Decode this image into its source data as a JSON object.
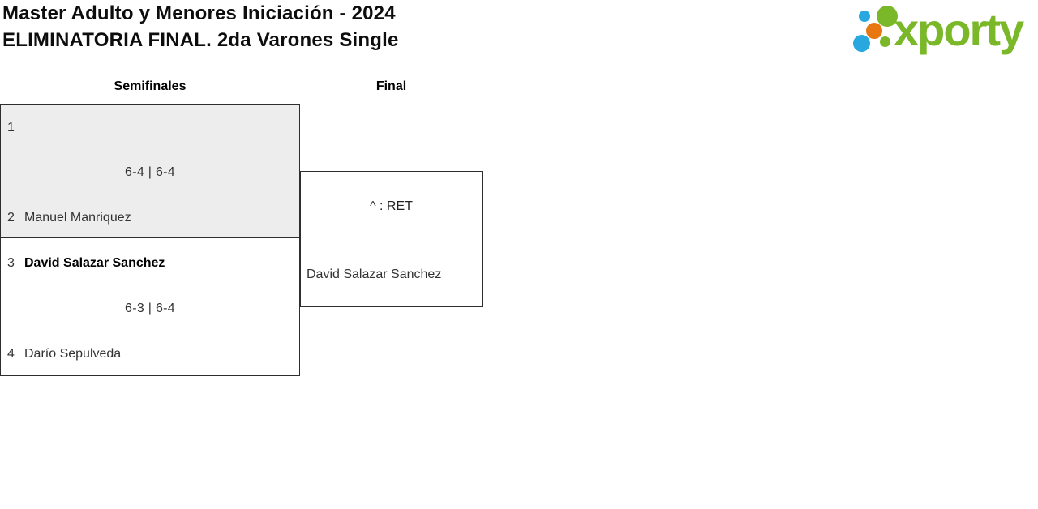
{
  "title": {
    "line1": "Master Adulto y Menores Iniciación - 2024",
    "line2": "ELIMINATORIA FINAL. 2da Varones Single"
  },
  "logo": {
    "wordmark": "xporty",
    "colors": {
      "green": "#7ab829",
      "blue": "#29a8e0",
      "orange": "#e87611"
    }
  },
  "columns": {
    "semifinals": "Semifinales",
    "final": "Final"
  },
  "matches": {
    "semifinal_1": {
      "player1_seed": "1",
      "player1_name": "",
      "score": "6-4 | 6-4",
      "player2_seed": "2",
      "player2_name": "Manuel Manriquez"
    },
    "semifinal_2": {
      "player1_seed": "3",
      "player1_name": "David Salazar Sanchez",
      "score": "6-3 | 6-4",
      "player2_seed": "4",
      "player2_name": "Darío Sepulveda"
    },
    "final": {
      "annotation": "^ : RET",
      "winner_name": "David Salazar Sanchez"
    }
  },
  "ui_colors": {
    "match_border": "#2e2e2e",
    "highlighted_match_bg": "#ededed",
    "text": "#333333"
  }
}
